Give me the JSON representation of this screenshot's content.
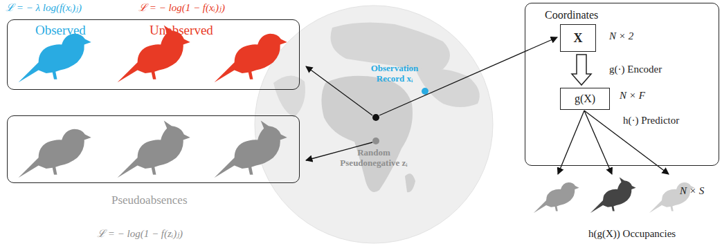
{
  "diagram": {
    "nodes": [
      {
        "text": [
          "Observed",
          "Unobserved"
        ]
      },
      {
        "text": [
          "Pseudoabsences"
        ]
      },
      {
        "text": [
          "Coordinates"
        ]
      },
      {
        "text": [
          "X"
        ],
        "in": 2
      },
      {
        "text": [
          "g(X)"
        ],
        "in": 2
      }
    ],
    "edges": [
      {
        "from": 3,
        "to": 4,
        "arrow": "to"
      }
    ],
    "labels": [
      "ℒ = − λ log(f(xᵢ)ⱼ)",
      "ℒ = − log(1 − f(xᵢ)ⱼ)",
      "ℒ = − log(1 − f(zᵢ)ⱼ)",
      "Observation Record xᵢ",
      "Random Pseudonegative zᵢ",
      "N × 2",
      "g(·) Encoder",
      "N × F",
      "h(·) Predictor",
      "N × S",
      "h(g(X)) Occupancies"
    ]
  }
}
